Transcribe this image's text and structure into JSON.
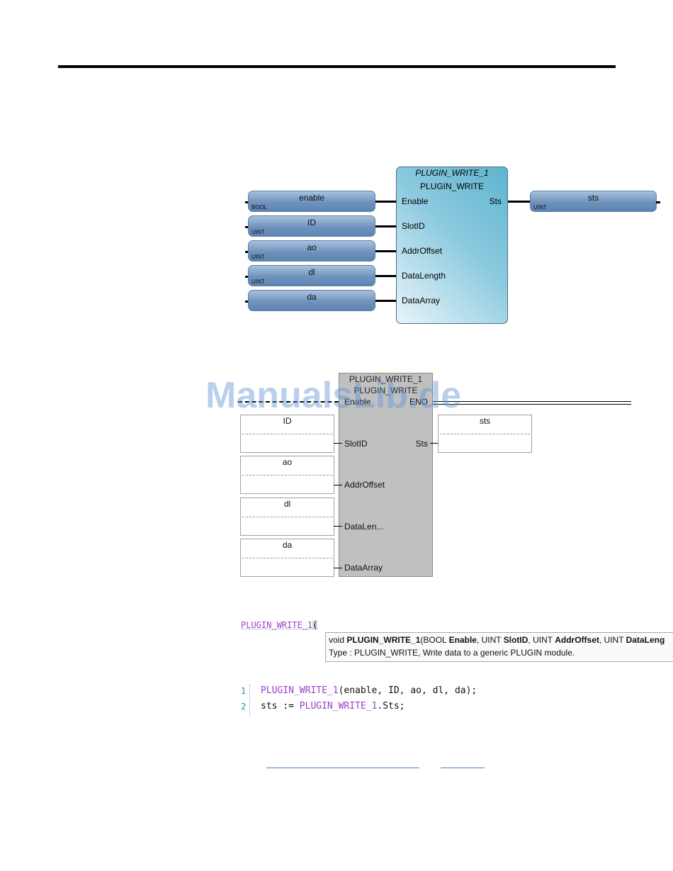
{
  "fbd": {
    "inputs": [
      {
        "name": "enable",
        "type": "BOOL"
      },
      {
        "name": "ID",
        "type": "UINT"
      },
      {
        "name": "ao",
        "type": "UINT"
      },
      {
        "name": "dl",
        "type": "UINT"
      },
      {
        "name": "da",
        "type": ""
      }
    ],
    "block": {
      "instance": "PLUGIN_WRITE_1",
      "type": "PLUGIN_WRITE",
      "pins": [
        "Enable",
        "SlotID",
        "AddrOffset",
        "DataLength",
        "DataArray"
      ],
      "output": "Sts"
    },
    "output_var": {
      "name": "sts",
      "type": "UINT"
    }
  },
  "ld": {
    "block": {
      "instance": "PLUGIN_WRITE_1",
      "type": "PLUGIN_WRITE",
      "enable": "Enable",
      "eno": "ENO",
      "pins": [
        "SlotID",
        "AddrOffset",
        "DataLen...",
        "DataArray"
      ],
      "output": "Sts"
    },
    "inputs": [
      "ID",
      "ao",
      "dl",
      "da"
    ],
    "output_var": "sts"
  },
  "watermark": "ManualsLib.de",
  "st": {
    "typed": "PLUGIN_WRITE_1",
    "paren": "(",
    "tooltip_line1": {
      "prefix": "void ",
      "func": "PLUGIN_WRITE_1",
      "open": "(BOOL ",
      "p1": "Enable",
      "s1": ", UINT ",
      "p2": "SlotID",
      "s2": ", UINT ",
      "p3": "AddrOffset",
      "s3": ", UINT ",
      "p4": "DataLeng"
    },
    "tooltip_line2": "Type : PLUGIN_WRITE, Write data to a generic PLUGIN module.",
    "code": [
      {
        "no": "1",
        "fn": "PLUGIN_WRITE_1",
        "rest": "(enable, ID, ao, dl, da);",
        "lead": ""
      },
      {
        "no": "2",
        "lead": "sts := ",
        "fn": "PLUGIN_WRITE_1",
        "rest": ".Sts;"
      }
    ]
  }
}
